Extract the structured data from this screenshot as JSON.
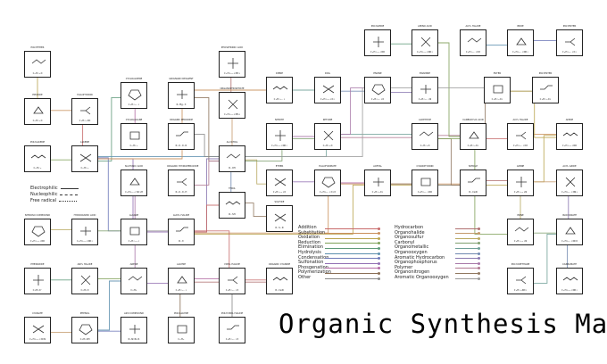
{
  "title": "Organic Synthesis Map",
  "legend_left": [
    {
      "label": "Electrophilic",
      "style": "solid"
    },
    {
      "label": "Nucleophilic",
      "style": "dashed"
    },
    {
      "label": "Free radical",
      "style": "dotted"
    }
  ],
  "legend_reactions": [
    {
      "label": "Addition",
      "color": "#c76a6a"
    },
    {
      "label": "Substitution",
      "color": "#c98f5a"
    },
    {
      "label": "Oxidation",
      "color": "#b9a44f"
    },
    {
      "label": "Reduction",
      "color": "#7fa15a"
    },
    {
      "label": "Elimination",
      "color": "#5f9a7a"
    },
    {
      "label": "Hydrolysis",
      "color": "#5c8fae"
    },
    {
      "label": "Condensation",
      "color": "#6e78b8"
    },
    {
      "label": "Sulfonation",
      "color": "#9270b3"
    },
    {
      "label": "Phosgenation",
      "color": "#b26aa3"
    },
    {
      "label": "Polymerization",
      "color": "#8a6f55"
    },
    {
      "label": "Other",
      "color": "#888888"
    }
  ],
  "legend_classes": [
    {
      "label": "Hydrocarbon",
      "color": "#b07070"
    },
    {
      "label": "Organohalide",
      "color": "#c49a6c"
    },
    {
      "label": "Organosulfur",
      "color": "#b8a860"
    },
    {
      "label": "Carbonyl",
      "color": "#80a070"
    },
    {
      "label": "Organometallic",
      "color": "#70a098"
    },
    {
      "label": "Organooxygen",
      "color": "#7088b0"
    },
    {
      "label": "Aromatic Hydrocarbon",
      "color": "#8a78b0"
    },
    {
      "label": "Organophosphorus",
      "color": "#a878a8"
    },
    {
      "label": "Polymer",
      "color": "#b07890"
    },
    {
      "label": "Organonitrogen",
      "color": "#907860"
    },
    {
      "label": "Aromatic Organooxygen",
      "color": "#9a9a9a"
    }
  ],
  "nodes": [
    {
      "id": "polyether",
      "label": "POLYETHER",
      "formula": "CₙH₂ₙO"
    },
    {
      "id": "epoxide",
      "label": "EPOXIDE",
      "formula": "CₙH₂ₙO"
    },
    {
      "id": "halohydrin",
      "label": "HALOHYDRIN",
      "formula": "CₙH₂ₙXO"
    },
    {
      "id": "polyalkene",
      "label": "POLYALKENE",
      "formula": "CₙH₂ₙ"
    },
    {
      "id": "alkene",
      "label": "ALKENE",
      "formula": "CₙH₂ₙ"
    },
    {
      "id": "cycloalkene",
      "label": "CYCLOALKENE",
      "formula": "CₙH₂ₙ₋₂"
    },
    {
      "id": "grignard",
      "label": "GRIGNARD REAGENT",
      "formula": "R-Mg-X"
    },
    {
      "id": "cycloalkane",
      "label": "CYCLOALKANE",
      "formula": "CₙH₂ₙ"
    },
    {
      "id": "organic-peroxide",
      "label": "ORGANIC PEROXIDE",
      "formula": "R-O-O-R"
    },
    {
      "id": "phosphonic",
      "label": "PHOSPHONIC ACID",
      "formula": "CₙH₂ₙ₊₃PO₃"
    },
    {
      "id": "organophosphate",
      "label": "ORGANOPHOSPHATE",
      "formula": "CₙH₂ₙ₊₃PO₄"
    },
    {
      "id": "alcohol",
      "label": "ALCOHOL",
      "formula": "R-OH"
    },
    {
      "id": "sulfonic",
      "label": "SULFONIC ACID",
      "formula": "CₙH₂ₙ₊₁SO₃H"
    },
    {
      "id": "organic-hydroperoxide",
      "label": "ORGANIC HYDROPEROXIDE",
      "formula": "R-O-O-H"
    },
    {
      "id": "thiol",
      "label": "THIOL",
      "formula": "R-SH"
    },
    {
      "id": "sulfide",
      "label": "SULFIDE",
      "formula": "R-S-R"
    },
    {
      "id": "nitroso",
      "label": "NITROSO COMPOUND",
      "formula": "CₙH₂ₙ₊₁NO"
    },
    {
      "id": "hydroxamic",
      "label": "HYDROXAMIC ACID",
      "formula": "CₙH₂ₙ₊₁NO₂"
    },
    {
      "id": "alkane",
      "label": "ALKANE",
      "formula": "CₙH₂ₙ₊₂"
    },
    {
      "id": "alkyl-halide",
      "label": "ALKYL HALIDE",
      "formula": "R-X"
    },
    {
      "id": "phenoxide",
      "label": "PHENOXIDE",
      "formula": "C₆H₅O⁻"
    },
    {
      "id": "aryl-halide",
      "label": "ARYL HALIDE",
      "formula": "C₆H₅X"
    },
    {
      "id": "arene",
      "label": "ARENE",
      "formula": "C₆H₆"
    },
    {
      "id": "alkyne",
      "label": "ALKYNE",
      "formula": "CₙH₂ₙ₋₂"
    },
    {
      "id": "vinyl-halide",
      "label": "VINYL HALIDE",
      "formula": "CₙH₂ₙ₋₁X"
    },
    {
      "id": "organic-cyanide",
      "label": "ORGANIC CYANIDE",
      "formula": "R-C≡N"
    },
    {
      "id": "cyanate",
      "label": "CYANATE",
      "formula": "CₙH₂ₙ₊₁OCN"
    },
    {
      "id": "phenol",
      "label": "PHENOL",
      "formula": "C₆H₅OH"
    },
    {
      "id": "azo",
      "label": "AZO COMPOUND",
      "formula": "R-N=N-R"
    },
    {
      "id": "polyalkyne",
      "label": "POLYALKYNE",
      "formula": "CₙHₙ"
    },
    {
      "id": "polyvinyl-halide",
      "label": "POLYVINYL HALIDE",
      "formula": "CₙH₂ₙ₋₁X"
    },
    {
      "id": "polyamide",
      "label": "POLYAMIDE",
      "formula": "CₙH₂ₙ₊₁NO"
    },
    {
      "id": "amino-acid",
      "label": "AMINO ACID",
      "formula": "CₙH₂ₙ₊₁NO₂"
    },
    {
      "id": "acyl-halide-top",
      "label": "ACYL HALIDE",
      "formula": "CₙH₂ₙ₋₁OX"
    },
    {
      "id": "imide",
      "label": "IMIDE",
      "formula": "CₙH₂ₙ₋₁NO₂"
    },
    {
      "id": "polyester",
      "label": "POLYESTER",
      "formula": "CₙH₂ₙ₋₂O₂"
    },
    {
      "id": "diene",
      "label": "DIENE",
      "formula": "CₙH₂ₙ₋₂"
    },
    {
      "id": "diol",
      "label": "DIOL",
      "formula": "CₙH₂ₙ₊₂O₂"
    },
    {
      "id": "enone",
      "label": "ENONE",
      "formula": "CₙH₂ₙ₋₂O"
    },
    {
      "id": "enamine",
      "label": "ENAMINE",
      "formula": "CₙH₂ₙ₋₁N"
    },
    {
      "id": "ester",
      "label": "ESTER",
      "formula": "CₙH₂ₙO₂"
    },
    {
      "id": "polyester2",
      "label": "POLYESTER",
      "formula": "CₙH₂ₙO₂"
    },
    {
      "id": "nitrite",
      "label": "NITRITE",
      "formula": "CₙH₂ₙ₊₁NO₂"
    },
    {
      "id": "ketone",
      "label": "KETONE",
      "formula": "CₙH₂ₙO"
    },
    {
      "id": "aldehyde",
      "label": "ALDEHYDE",
      "formula": "CₙH₂ₙO"
    },
    {
      "id": "carboxylic",
      "label": "CARBOXYLIC ACID",
      "formula": "CₙH₂ₙO₂"
    },
    {
      "id": "acyl-halide",
      "label": "ACYL HALIDE",
      "formula": "CₙH₂ₙ₋₁OX"
    },
    {
      "id": "amide",
      "label": "AMIDE",
      "formula": "CₙH₂ₙ₊₁NO"
    },
    {
      "id": "ether",
      "label": "ETHER",
      "formula": "CₙH₂ₙ₊₂O"
    },
    {
      "id": "haloformate",
      "label": "HALOFORMATE",
      "formula": "CₙH₂ₙ₋₁O₂X"
    },
    {
      "id": "acetal",
      "label": "ACETAL",
      "formula": "CₙH₂ₙO₂"
    },
    {
      "id": "cyanohydrin",
      "label": "CYANOHYDRIN",
      "formula": "CₙH₂ₙ₋₁NO"
    },
    {
      "id": "nitrile",
      "label": "NITRILE",
      "formula": "R-C≡N"
    },
    {
      "id": "amine",
      "label": "AMINE",
      "formula": "CₙH₂ₙ₊₃N"
    },
    {
      "id": "acyl-azide",
      "label": "ACYL AZIDE",
      "formula": "CₙH₂ₙ₋₁ON₃"
    },
    {
      "id": "imine",
      "label": "IMINE",
      "formula": "CₙH₂ₙ₊₁N"
    },
    {
      "id": "isocyanate",
      "label": "ISOCYANATE",
      "formula": "CₙH₂ₙ₋₁NCO"
    },
    {
      "id": "polyurethane",
      "label": "POLYURETHANE",
      "formula": "CₙH₂ₙNO₂"
    },
    {
      "id": "carbamate",
      "label": "CARBAMATE",
      "formula": "CₙH₂ₙ₊₁NO₂"
    }
  ]
}
